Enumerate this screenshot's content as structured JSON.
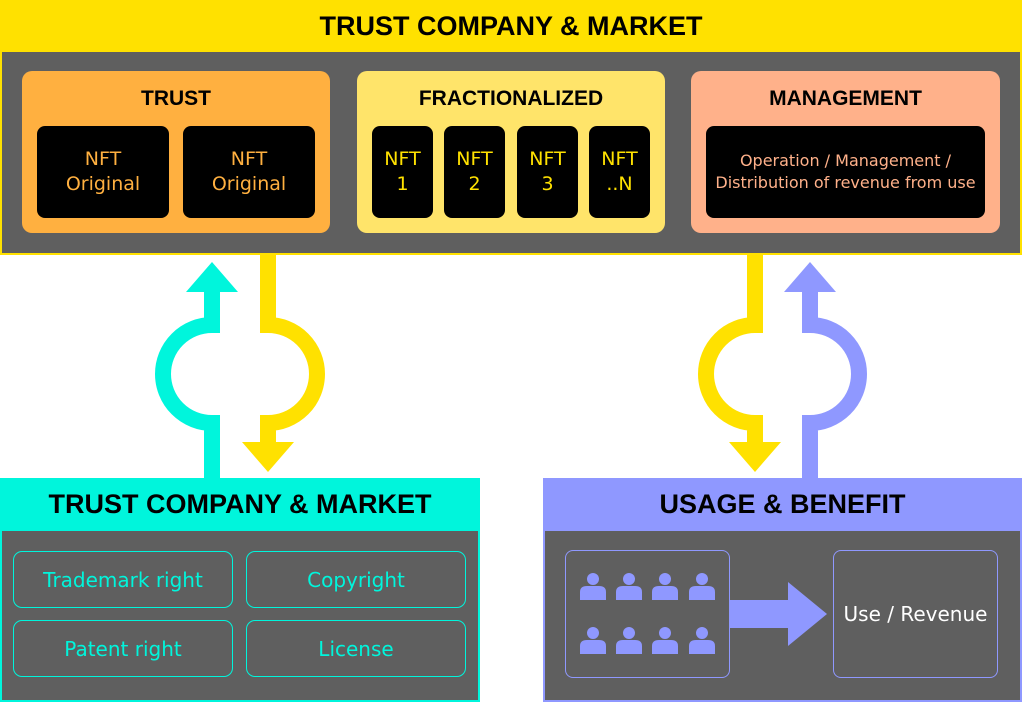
{
  "top": {
    "title": "TRUST COMPANY & MARKET",
    "trust": {
      "title": "TRUST",
      "tiles": [
        {
          "line1": "NFT",
          "line2": "Original"
        },
        {
          "line1": "NFT",
          "line2": "Original"
        }
      ]
    },
    "fractionalized": {
      "title": "FRACTIONALIZED",
      "tiles": [
        {
          "line1": "NFT",
          "line2": "1"
        },
        {
          "line1": "NFT",
          "line2": "2"
        },
        {
          "line1": "NFT",
          "line2": "3"
        },
        {
          "line1": "NFT",
          "line2": "..N"
        }
      ]
    },
    "management": {
      "title": "MANAGEMENT",
      "line1": "Operation / Management /",
      "line2": "Distribution of revenue from use"
    }
  },
  "left_panel": {
    "title": "TRUST COMPANY & MARKET",
    "items": [
      "Trademark right",
      "Copyright",
      "Patent right",
      "License"
    ]
  },
  "right_panel": {
    "title": "USAGE & BENEFIT",
    "result": "Use / Revenue"
  },
  "colors": {
    "yellow": "#ffe100",
    "orange": "#ffb040",
    "light_yellow": "#ffe46a",
    "salmon": "#ffb18a",
    "cyan": "#00f5dc",
    "periwinkle": "#8f98ff",
    "gray": "#5f5f5f"
  },
  "icons": [
    "person-icon",
    "arrow-right-icon",
    "arrow-up-icon",
    "arrow-down-icon"
  ]
}
